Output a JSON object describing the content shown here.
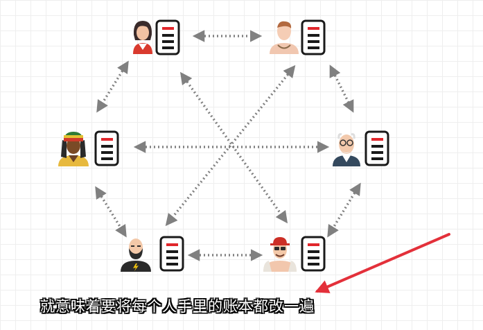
{
  "caption": "就意味着要将每个人手里的账本都改一遍",
  "colors": {
    "arrow": "#808080",
    "ledger_stripe": "#e0262b",
    "pointer_arrow": "#e3303a"
  },
  "nodes": [
    {
      "id": "woman-red-jacket",
      "icon": "person-with-ledger-icon"
    },
    {
      "id": "man-with-necklace",
      "icon": "person-with-ledger-icon"
    },
    {
      "id": "man-rasta-hat",
      "icon": "person-with-ledger-icon"
    },
    {
      "id": "old-man-glasses",
      "icon": "person-with-ledger-icon"
    },
    {
      "id": "bearded-man-black-shirt",
      "icon": "person-with-ledger-icon"
    },
    {
      "id": "man-red-cap-sunglasses",
      "icon": "person-with-ledger-icon"
    }
  ],
  "edges": [
    [
      "woman-red-jacket",
      "man-with-necklace"
    ],
    [
      "woman-red-jacket",
      "man-rasta-hat"
    ],
    [
      "woman-red-jacket",
      "man-red-cap-sunglasses"
    ],
    [
      "man-with-necklace",
      "old-man-glasses"
    ],
    [
      "man-with-necklace",
      "bearded-man-black-shirt"
    ],
    [
      "man-rasta-hat",
      "old-man-glasses"
    ],
    [
      "man-rasta-hat",
      "bearded-man-black-shirt"
    ],
    [
      "old-man-glasses",
      "man-red-cap-sunglasses"
    ],
    [
      "bearded-man-black-shirt",
      "man-red-cap-sunglasses"
    ]
  ]
}
